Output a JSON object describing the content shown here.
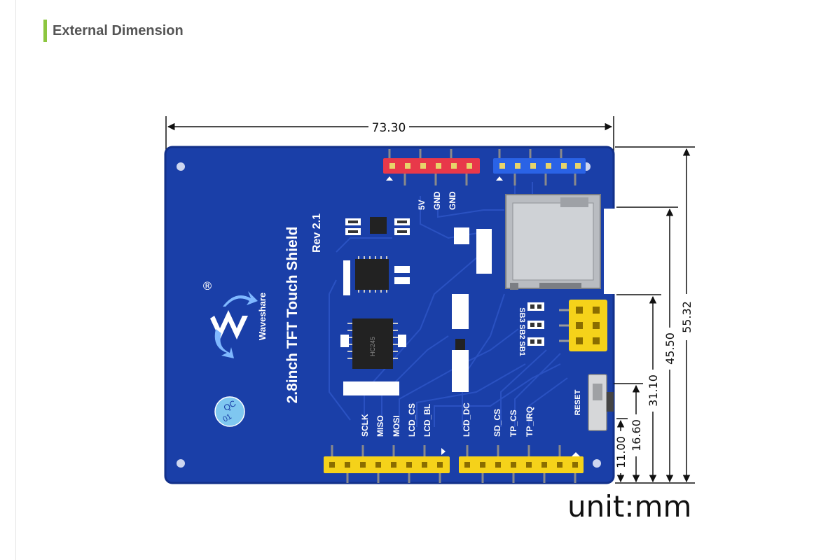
{
  "section": {
    "title": "External Dimension"
  },
  "board": {
    "title": "2.8inch TFT Touch Shield",
    "revision": "Rev 2.1",
    "brand": "Waveshare",
    "registered_mark": "®",
    "qc_badge": [
      "QC",
      "01"
    ],
    "top_pin_labels": [
      "5V",
      "GND",
      "GND"
    ],
    "bottom_pin_labels_left": [
      "SCLK",
      "MISO",
      "MOSI",
      "LCD_CS",
      "LCD_BL"
    ],
    "bottom_pin_labels_right": [
      "LCD_DC",
      "SD_CS",
      "TP_CS",
      "TP_IRQ"
    ],
    "jumper_labels": [
      "SB3",
      "SB2",
      "SB1"
    ],
    "reset_label": "RESET",
    "chip_marking": "HC245",
    "colors": {
      "pcb": "#1a3fa8",
      "pcb_edge": "#12308a",
      "header_red": "#e8384a",
      "header_blue": "#2a63e6",
      "header_yellow": "#f5d21a",
      "accent": "#8cc63f"
    }
  },
  "dimensions": {
    "width": "73.30",
    "height": "55.32",
    "d1": "45.50",
    "d2": "31.10",
    "d3": "16.60",
    "d4": "11.00"
  },
  "unit_label": "unit:mm"
}
